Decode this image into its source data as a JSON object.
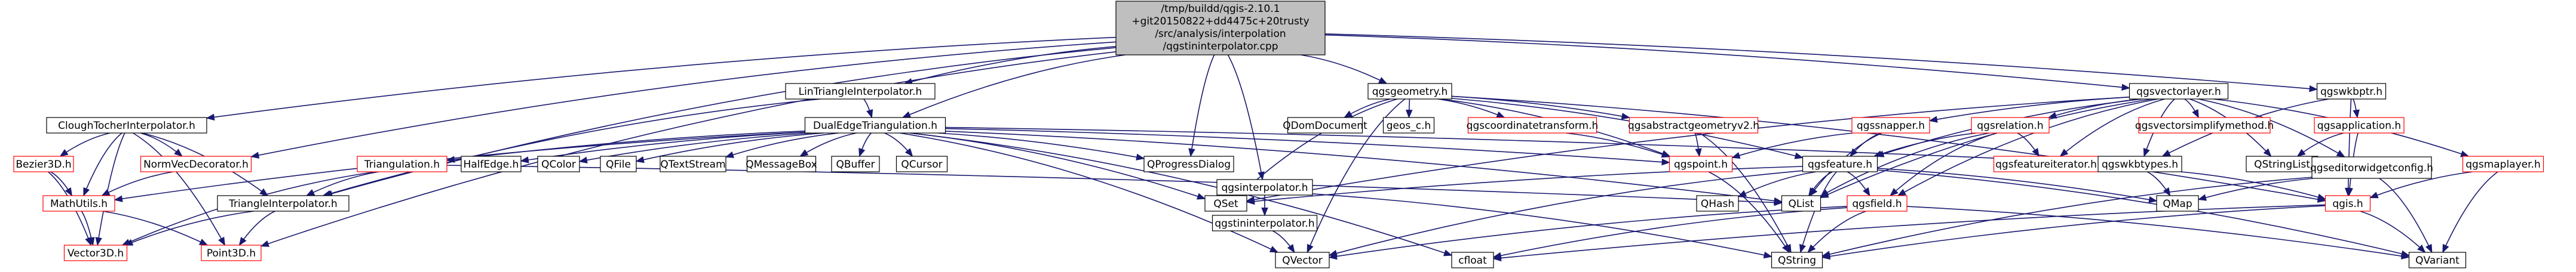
{
  "title": "/tmp/buildd/qgis-2.10.1+git20150822+dd4475c+20trusty/src/analysis/interpolation/qgstininterpolator.cpp",
  "root_lines": [
    "/tmp/buildd/qgis-2.10.1",
    "+git20150822+dd4475c+20trusty",
    "/src/analysis/interpolation",
    "/qgstininterpolator.cpp"
  ],
  "colors": {
    "root_fill": "#bfbfbf",
    "node_border_default": "#000000",
    "node_border_red": "#ff0000",
    "edge": "#191970",
    "node_fill": "#ffffff"
  },
  "nodes": [
    {
      "id": "cloughtocher",
      "label": "CloughTocherInterpolator.h"
    },
    {
      "id": "lintri",
      "label": "LinTriangleInterpolator.h"
    },
    {
      "id": "dualedge",
      "label": "DualEdgeTriangulation.h"
    },
    {
      "id": "qgsgeometry",
      "label": "qgsgeometry.h"
    },
    {
      "id": "qgsvectorlayer",
      "label": "qgsvectorlayer.h"
    },
    {
      "id": "qgswkbptr",
      "label": "qgswkbptr.h"
    },
    {
      "id": "bezier3d",
      "label": "Bezier3D.h"
    },
    {
      "id": "normvec",
      "label": "NormVecDecorator.h"
    },
    {
      "id": "mathutils",
      "label": "MathUtils.h"
    },
    {
      "id": "vector3d",
      "label": "Vector3D.h"
    },
    {
      "id": "triinterp",
      "label": "TriangleInterpolator.h"
    },
    {
      "id": "point3d",
      "label": "Point3D.h"
    },
    {
      "id": "triangulation",
      "label": "Triangulation.h"
    },
    {
      "id": "halfedge",
      "label": "HalfEdge.h"
    },
    {
      "id": "qcolor",
      "label": "QColor"
    },
    {
      "id": "qfile",
      "label": "QFile"
    },
    {
      "id": "qtextstream",
      "label": "QTextStream"
    },
    {
      "id": "qmessagebox",
      "label": "QMessageBox"
    },
    {
      "id": "qbuffer",
      "label": "QBuffer"
    },
    {
      "id": "qcursor",
      "label": "QCursor"
    },
    {
      "id": "qprogressdialog",
      "label": "QProgressDialog"
    },
    {
      "id": "qgsinterpolator",
      "label": "qgsinterpolator.h"
    },
    {
      "id": "qgstininterp",
      "label": "qgstininterpolator.h"
    },
    {
      "id": "qvector",
      "label": "QVector"
    },
    {
      "id": "qdomdocument",
      "label": "QDomDocument"
    },
    {
      "id": "geosc",
      "label": "geos_c.h"
    },
    {
      "id": "qgscoordtrans",
      "label": "qgscoordinatetransform.h"
    },
    {
      "id": "qgsabstractgeom",
      "label": "qgsabstractgeometryv2.h"
    },
    {
      "id": "qgspoint",
      "label": "qgspoint.h"
    },
    {
      "id": "qset",
      "label": "QSet"
    },
    {
      "id": "qgssnapper",
      "label": "qgssnapper.h"
    },
    {
      "id": "qgsfeature",
      "label": "qgsfeature.h"
    },
    {
      "id": "qhash",
      "label": "QHash"
    },
    {
      "id": "qlist",
      "label": "QList"
    },
    {
      "id": "qgsfield",
      "label": "qgsfield.h"
    },
    {
      "id": "qgsrelation",
      "label": "qgsrelation.h"
    },
    {
      "id": "qgsfeatiter",
      "label": "qgsfeatureiterator.h"
    },
    {
      "id": "qgsvectorsimplify",
      "label": "qgsvectorsimplifymethod.h"
    },
    {
      "id": "qgswkbtypes",
      "label": "qgswkbtypes.h"
    },
    {
      "id": "qgsapplication",
      "label": "qgsapplication.h"
    },
    {
      "id": "qstringlist",
      "label": "QStringList"
    },
    {
      "id": "qmap",
      "label": "QMap"
    },
    {
      "id": "qgseditorwidget",
      "label": "qgseditorwidgetconfig.h"
    },
    {
      "id": "qgsmaplayer",
      "label": "qgsmaplayer.h"
    },
    {
      "id": "qgish",
      "label": "qgis.h"
    },
    {
      "id": "cfloat",
      "label": "cfloat"
    },
    {
      "id": "qstring",
      "label": "QString"
    },
    {
      "id": "qvariant",
      "label": "QVariant"
    }
  ]
}
